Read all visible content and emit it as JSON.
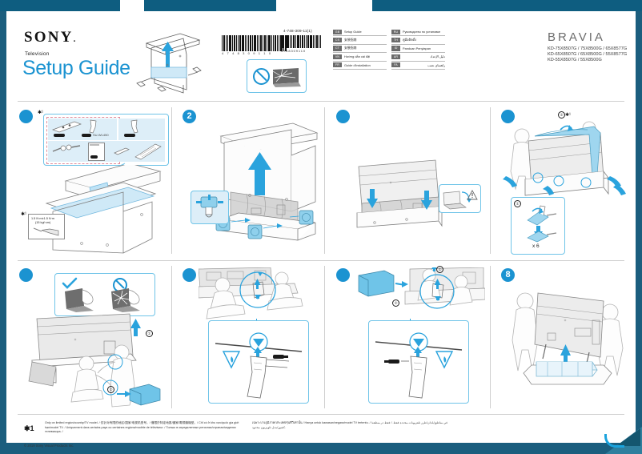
{
  "document": {
    "brand": "SONY",
    "brand_dot": ".",
    "category": "Television",
    "title": "Setup Guide",
    "part_number": "4-748-309-11(1)",
    "barcode_left_digits": "4 7 4 8 3 0 9 1 1 0",
    "barcode_right_digits": "4748309110",
    "series": "BRAVIA",
    "models": "KD-75X8507G / 75X8500G / 65X8577G\nKD-65X8507G / 65X8500G / 55X8577G\nKD-55X8507G / 55X8500G",
    "copyright": "© 2019 Sony Visual Products Inc."
  },
  "languages": {
    "column_left": [
      {
        "code": "GB",
        "name": "Setup Guide",
        "rtl": false
      },
      {
        "code": "CS",
        "name": "安装指南",
        "rtl": false
      },
      {
        "code": "CT",
        "name": "安裝指南",
        "rtl": false
      },
      {
        "code": "VN",
        "name": "Hướng dẫn cài đặt",
        "rtl": false
      },
      {
        "code": "FR",
        "name": "Guide d'installation",
        "rtl": false
      }
    ],
    "column_right": [
      {
        "code": "RU",
        "name": "Руководство по установке",
        "rtl": false
      },
      {
        "code": "TH",
        "name": "คู่มือติดตั้ง",
        "rtl": false
      },
      {
        "code": "ID",
        "name": "Panduan Penyiapan",
        "rtl": false
      },
      {
        "code": "AR",
        "name": "دليل الإعداد",
        "rtl": true
      },
      {
        "code": "FA",
        "name": "راهنمای نصب",
        "rtl": true
      }
    ]
  },
  "header_warning": {
    "icon": "prohibition-icon",
    "caption": "do-not-place-in-direct-sunlight"
  },
  "steps": [
    {
      "id": "step-1",
      "number": "",
      "caption": "unpack-accessories",
      "accessory_note_star": "✱¹",
      "torque_line1": "1.5 N·m±1.5 N·m",
      "torque_line2": "(15 kgf·cm)",
      "torque_star": "✱¹",
      "accessories": [
        "stand-base-plate",
        "stand-leg-left",
        "stand-leg-right",
        "screws-set",
        "documents",
        "battery-pack",
        "remote-control"
      ]
    },
    {
      "id": "step-2",
      "number": "2",
      "caption": "lift-carton-off-tv",
      "inset_caption": "release-clip-detail"
    },
    {
      "id": "step-3",
      "number": "",
      "caption": "press-down-tv-into-base",
      "inset_caption": "caution-do-not-tip"
    },
    {
      "id": "step-4",
      "number": "",
      "caption": "remove-protective-sheet-two-people",
      "label_top": "②",
      "label_top_star": "✱¹",
      "inset_label": "①",
      "inset_count": "x 6"
    },
    {
      "id": "step-5",
      "number": "",
      "caption": "correct-and-incorrect-handling",
      "ok_icon": "check-icon",
      "ng_icon": "prohibition-icon",
      "label_1": "①",
      "label_2": "②"
    },
    {
      "id": "step-6",
      "number": "",
      "caption": "attach-left-stand-leg",
      "inset_caption": "insert-leg-and-tighten-screw",
      "warning_icon": "pinch-hazard-icon",
      "marker_icon": "alignment-triangle-icon"
    },
    {
      "id": "step-7",
      "number": "",
      "caption": "attach-right-stand-leg-and-cover",
      "label_1": "①",
      "label_2": "②",
      "inset_caption": "insert-leg-and-tighten-screw",
      "warning_icon": "pinch-hazard-icon",
      "marker_icon": "alignment-triangle-icon"
    },
    {
      "id": "step-8",
      "number": "8",
      "caption": "lift-tv-upright-two-people"
    }
  ],
  "footnote": {
    "star": "✱1",
    "text_left": "Only on limited region/country/TV model. / 仅针对有限的地区/国家/电视机型号。/ 僅限於特定地區/國家/電視機機型。/ Chỉ có ở khu vực/quốc gia giới hạn/model TV. / Uniquement dans certains pays ou certaines regions/modèle de téléviseur. / Только в определенных регионах/странах/моделях телевизора. /",
    "text_right": "เฉพาะบางภูมิภาค/ประเทศ/รุ่นทีวีเท่านั้น / Hanya untuk kawasan/negara/model TV tertentu. /",
    "text_right_ar": "في مناطق/بلدان/طرز تلفزيونات محددة فقط. /",
    "text_right_fa": "فقط در منطقه/کشور/مدل تلویزیون محدود."
  },
  "colors": {
    "accent": "#1b93d1",
    "page_background": "#1b5e7e",
    "sheet": "#ffffff",
    "rule": "#cfcfcf",
    "illustration_fill": "#cfe9f7"
  }
}
